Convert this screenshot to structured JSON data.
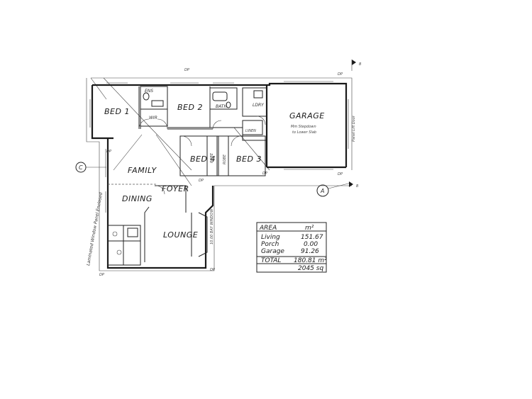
{
  "rooms": {
    "bed1": "BED 1",
    "bed2": "BED 2",
    "bed3": "BED 3",
    "bed4": "BED 4",
    "bath": "BATH",
    "wir": "WIR",
    "ens": "ENS",
    "ldry": "LDRY",
    "garage": "GARAGE",
    "garage_note_1": "Mm Stepdown",
    "garage_note_2": "to Lower Slab",
    "family": "FAMILY",
    "dining": "DINING",
    "foyer": "FOYER",
    "lounge": "LOUNGE",
    "linen": "LINEN",
    "robe_a": "ROBE",
    "robe_b": "ROBE",
    "bay_window": "10.00 BAY WINDOW",
    "tilt_door": "Panel Lift Door",
    "window_note": "Laminated Window Panel Enclosed"
  },
  "markers": {
    "a": "A",
    "c": "C",
    "b_top": "B",
    "b_bottom": "B"
  },
  "area_table": {
    "header_left": "AREA",
    "header_right": "m²",
    "rows": [
      {
        "label": "Living",
        "value": "151.67"
      },
      {
        "label": "Porch",
        "value": "0.00"
      },
      {
        "label": "Garage",
        "value": "91.26"
      }
    ],
    "total_label": "TOTAL",
    "total_value": "180.81 m²",
    "total_sub": "2045 sq"
  },
  "dims": [
    "DP",
    "DP",
    "DP",
    "DP",
    "DP",
    "DP",
    "DP",
    "DP"
  ]
}
